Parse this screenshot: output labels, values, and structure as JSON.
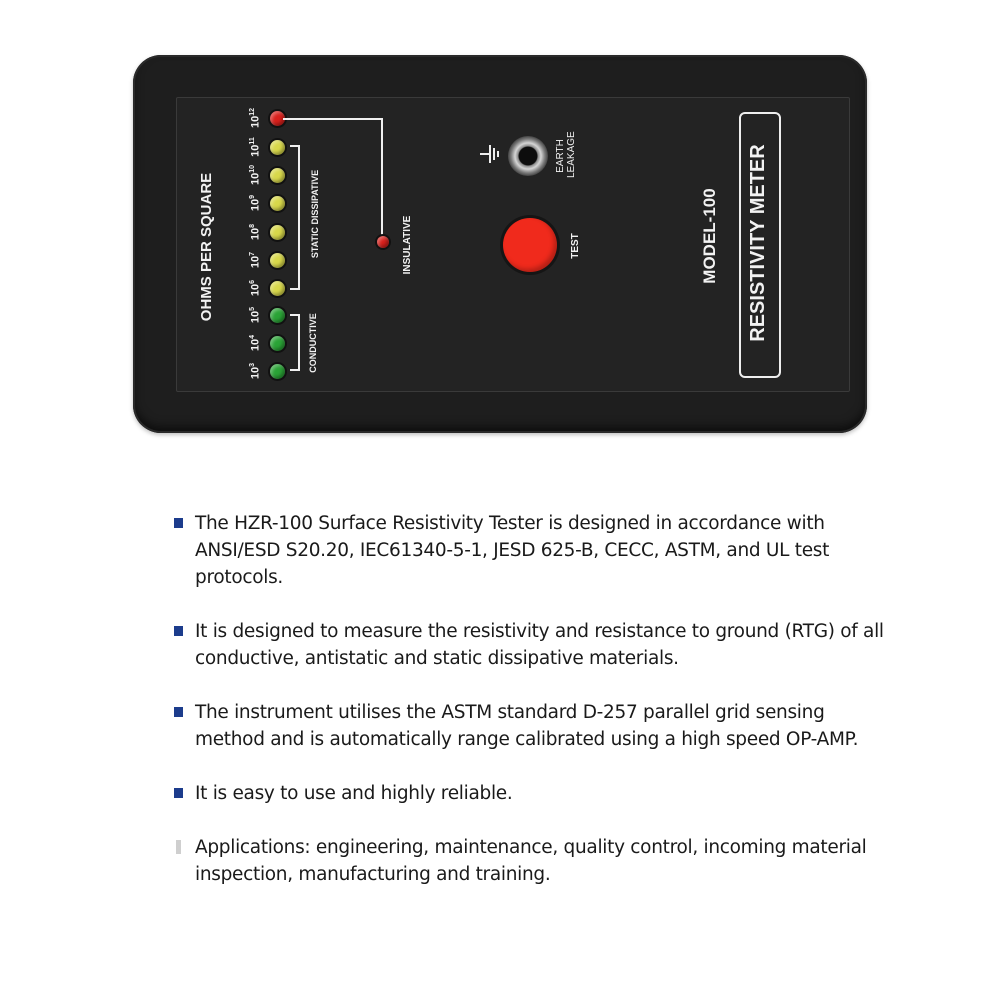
{
  "device": {
    "panel_title": "OHMS PER SQUARE",
    "scale": [
      {
        "label": "10",
        "exp": "3",
        "color": "green"
      },
      {
        "label": "10",
        "exp": "4",
        "color": "green"
      },
      {
        "label": "10",
        "exp": "5",
        "color": "green"
      },
      {
        "label": "10",
        "exp": "6",
        "color": "yellow"
      },
      {
        "label": "10",
        "exp": "7",
        "color": "yellow"
      },
      {
        "label": "10",
        "exp": "8",
        "color": "yellow"
      },
      {
        "label": "10",
        "exp": "9",
        "color": "yellow"
      },
      {
        "label": "10",
        "exp": "10",
        "color": "yellow"
      },
      {
        "label": "10",
        "exp": "11",
        "color": "yellow"
      },
      {
        "label": "10",
        "exp": "12",
        "color": "red"
      }
    ],
    "group_labels": {
      "conductive": "CONDUCTIVE",
      "static_dissipative": "STATIC DISSIPATIVE",
      "insulative": "INSULATIVE"
    },
    "earth_leakage_label_line1": "EARTH",
    "earth_leakage_label_line2": "LEAKAGE",
    "ground_icon": "ground-symbol",
    "test_label": "TEST",
    "model": "MODEL-100",
    "product_title": "RESISTIVITY METER",
    "colors": {
      "led_red": "#d8201c",
      "led_yellow": "#d8d84a",
      "led_green": "#2aa336",
      "test_button": "#f02a1c",
      "body": "#1e1e1e"
    }
  },
  "features": [
    {
      "marker": "blue",
      "text": "The HZR-100 Surface Resistivity Tester is designed in accordance with ANSI/ESD S20.20, IEC61340-5-1, JESD 625-B, CECC, ASTM, and UL test protocols."
    },
    {
      "marker": "blue",
      "text": "It is designed to measure the resistivity and resistance to ground (RTG) of all conductive, antistatic and static dissipative materials."
    },
    {
      "marker": "blue",
      "text": "The instrument utilises the ASTM standard D-257 parallel grid sensing method and is automatically range calibrated using a high speed OP-AMP."
    },
    {
      "marker": "blue",
      "text": "It is easy to use and highly reliable."
    },
    {
      "marker": "grey",
      "text": "Applications: engineering, maintenance, quality control, incoming material inspection, manufacturing and training."
    }
  ],
  "marker_colors": {
    "blue": "#1c3c8c",
    "grey": "#cfcfcf"
  }
}
